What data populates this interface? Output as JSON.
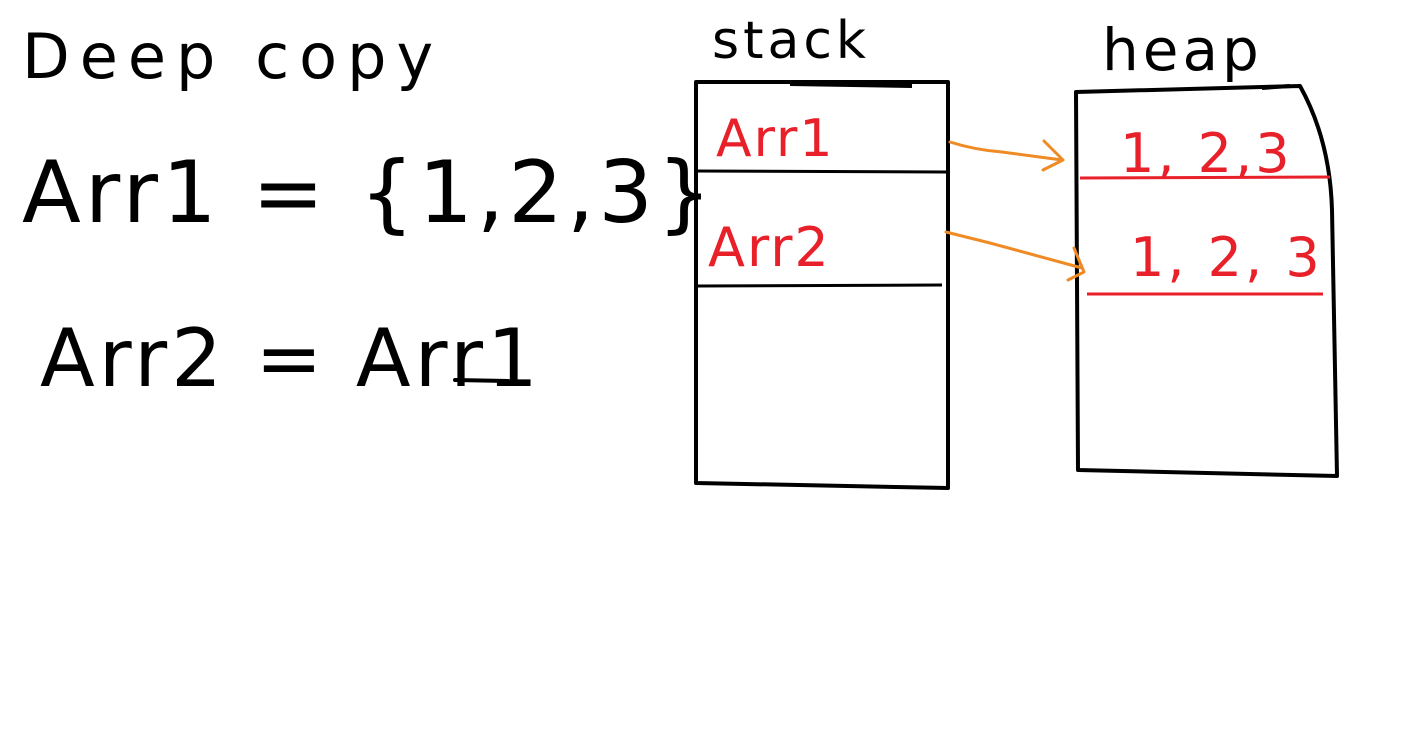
{
  "title": "Deep copy",
  "code_lines": [
    "Arr1 = {1,2,3}",
    "Arr2 = Arr1"
  ],
  "stack": {
    "label": "stack",
    "cells": [
      "Arr1",
      "Arr2"
    ]
  },
  "heap": {
    "label": "heap",
    "cells": [
      "1, 2,3",
      "1, 2, 3"
    ]
  },
  "colors": {
    "ink": "#000000",
    "cell_text": "#e8202a",
    "arrow": "#f08a24"
  }
}
